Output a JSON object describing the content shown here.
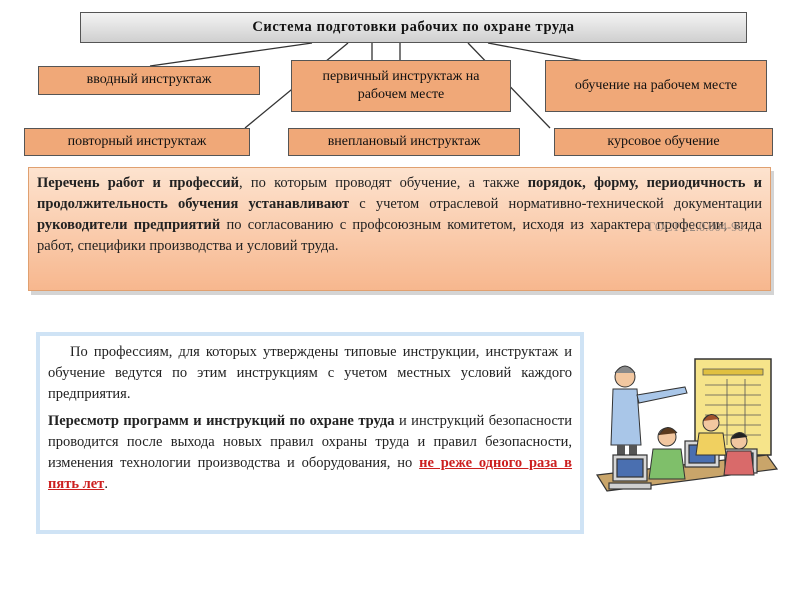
{
  "diagram": {
    "title": "Система  подготовки  рабочих  по  охране  труда",
    "nodes": {
      "vvodny": "вводный инструктаж",
      "pervichny": "первичный инструктаж на рабочем месте",
      "obuchenie": "обучение на рабочем месте",
      "povtorny": "повторный инструктаж",
      "vneplanovy": "внеплановый инструктаж",
      "kursovoe": "курсовое обучение"
    }
  },
  "orange_panel": {
    "s1_bold": "Перечень работ и профессий",
    "s2": ", по которым проводят обучение, а также ",
    "s3_bold": "порядок, форму, периодичность и продолжительность обучения устанавливают",
    "s4": " с учетом отраслевой нормативно-технической документации ",
    "s5_bold": "руководители предприятий",
    "s6": " по согласованию с профсоюзным комитетом, исходя из характера профессии, вида работ, специфики производства и условий труда.",
    "gost": "ГОСТ 12.0.004-90"
  },
  "blue_panel": {
    "p1": "По профессиям, для которых утверждены типовые инструкции, инструктаж и обучение ведутся по этим инструкциям с учетом местных условий каждого предприятия.",
    "p2_bold": "Пересмотр программ и инструкций по охране труда",
    "p2_rest": " и инструкций безопасности проводится после выхода новых правил охраны труда и правил безопасности, изменения технологии производства и оборудования, но ",
    "p2_red": "не реже одного раза в пять лет",
    "p2_end": "."
  },
  "colors": {
    "node_fill": "#f0a878",
    "title_fill": "#d9d9d9",
    "orange_panel": "#f7b78e",
    "blue_border": "#cfe3f5",
    "emphasis": "#cc1f1f"
  },
  "icons": [
    "classroom-computers-clipart"
  ]
}
